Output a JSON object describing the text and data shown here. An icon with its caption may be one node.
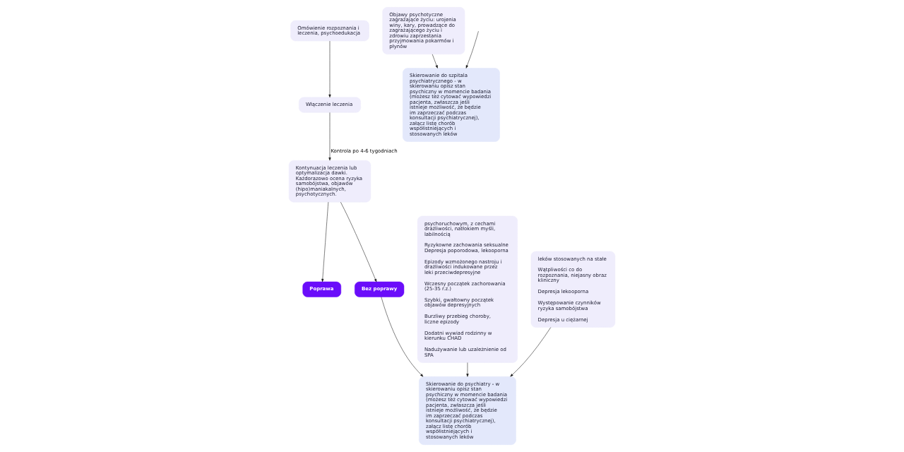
{
  "diagram": {
    "nodes": [
      {
        "text": [
          "Omówienie rozpoznania i leczenia, psychoedukacja"
        ]
      },
      {
        "text": [
          "Włączenie leczenia"
        ]
      },
      {
        "text": [
          "Kontynuacja leczenia lub optymalizacja dawki. Każdorazowo ocena ryzyka samobójstwa, objawów (hipo)maniakalnych, psychotycznych."
        ]
      },
      {
        "text": [
          "Poprawa"
        ]
      },
      {
        "text": [
          "Bez poprawy"
        ]
      },
      {
        "text": [
          "psychoruchowym, z cechami drażliwości, natłokiem myśli, labilnością",
          "Ryzykowne zachowania seksualne Depresja poporodowa, lekooporna",
          "Epizody wzmożonego nastroju i drażliwości indukowane przez leki przeciwdepresyjne",
          "Wczesny początek zachorowania (25-35 r.z.)",
          "Szybki, gwałtowny początek objawów depresyjnych",
          "Burzliwy przebieg choroby, liczne epizody",
          "Dodatni wywiad rodzinny w kierunku CHAD",
          "Nadużywanie lub uzależnienie od SPA"
        ]
      },
      {
        "text": [
          "leków stosowanych na stałe",
          "Wątpliwości co do rozpoznania, niejasny obraz kliniczny",
          "Depresja lekooporna",
          "Występowanie czynników ryzyka samobójstwa",
          "Depresja u ciężarnej"
        ]
      },
      {
        "text": [
          "Skierowanie do psychiatry - w skierowaniu opisz stan psychiczny w momencie badania (możesz też cytować wypowiedzi pacjenta, zwłaszcza jeśli istnieje możliwość, że będzie im zaprzeczać podczas konsultacji psychiatrycznej), załącz listę chorób współistniejących i stosowanych leków"
        ]
      },
      {
        "text": [
          "Objawy psychotyczne zagrażające życiu: urojenia winy, kary, prowadzące do zagrażającego życiu i zdrowiu zaprzestania przyjmowania pokarmów i płynów"
        ]
      },
      {
        "text": [
          "Skierowanie do szpitala psychiatrycznego - w skierowaniu opisz stan psychiczny w momencie badania (możesz też cytować wypowiedzi pacjenta, zwłaszcza jeśli istnieje możliwość, że będzie im zaprzeczać podczas konsultacji psychiatrycznej), załącz listę chorób współistniejących i stosowanych leków"
        ]
      }
    ],
    "edges": [
      {
        "from": 0,
        "to": 1,
        "arrow": "to"
      },
      {
        "from": 1,
        "to": 2,
        "arrow": "to",
        "label": "Kontrola po 4-6 tygodniach"
      },
      {
        "from": 2,
        "to": 3,
        "arrow": "to"
      },
      {
        "from": 2,
        "to": 4,
        "arrow": "to"
      },
      {
        "from": 5,
        "to": 7,
        "arrow": "to"
      },
      {
        "from": 4,
        "to": 7,
        "arrow": "to"
      },
      {
        "from": 6,
        "to": 7,
        "arrow": "to"
      },
      {
        "from": 8,
        "to": 9,
        "arrow": "to"
      },
      {
        "from": null,
        "to": 9,
        "arrow": "to"
      }
    ]
  }
}
